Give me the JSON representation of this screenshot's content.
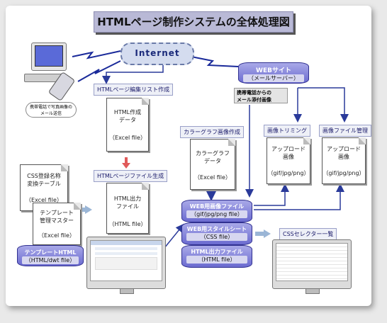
{
  "title": "HTMLページ制作システムの全体処理図",
  "internet": "Internet",
  "phone_caption": "携帯電話で写真画像の\nメール送信",
  "web_site": {
    "title": "WEBサイト",
    "subtitle": "（メールサーバー）"
  },
  "mail_attach": "携帯電話からの\nメール添付画像",
  "html_list": {
    "label": "HTMLページ編集リスト作成",
    "doc_title": "HTML作成\nデータ",
    "doc_file": "（Excel file）"
  },
  "html_page": {
    "label": "HTMLページファイル生成",
    "doc_title": "HTML出力\nファイル",
    "doc_file": "（HTML file）"
  },
  "color_graph": {
    "label": "カラーグラフ画像作成",
    "doc_title": "カラーグラフ\nデータ",
    "doc_file": "（Excel file）"
  },
  "trim": {
    "label": "画像トリミング",
    "doc_title": "アップロード\n画像",
    "doc_file": "（gif/jpg/png）"
  },
  "img_mgmt": {
    "label": "画像ファイル管理",
    "doc_title": "アップロード\n画像",
    "doc_file": "（gif/jpg/png）"
  },
  "css_reg": {
    "doc_title": "CSS登録名称\n変換テーブル",
    "doc_file": "（Excel file）"
  },
  "template_master": {
    "doc_title": "テンプレート\n管理マスター",
    "doc_file": "（Excel file）"
  },
  "template_html": {
    "title": "テンプレートHTML",
    "subtitle": "（HTML/dwt file）"
  },
  "db": [
    {
      "title": "WEB用画像ファイル",
      "subtitle": "（gif/jpg/png file）"
    },
    {
      "title": "WEB用スタイルシート",
      "subtitle": "（CSS file）"
    },
    {
      "title": "HTML出力ファイル",
      "subtitle": "（HTML file）"
    }
  ],
  "css_selector": "CSSセレクター一覧"
}
